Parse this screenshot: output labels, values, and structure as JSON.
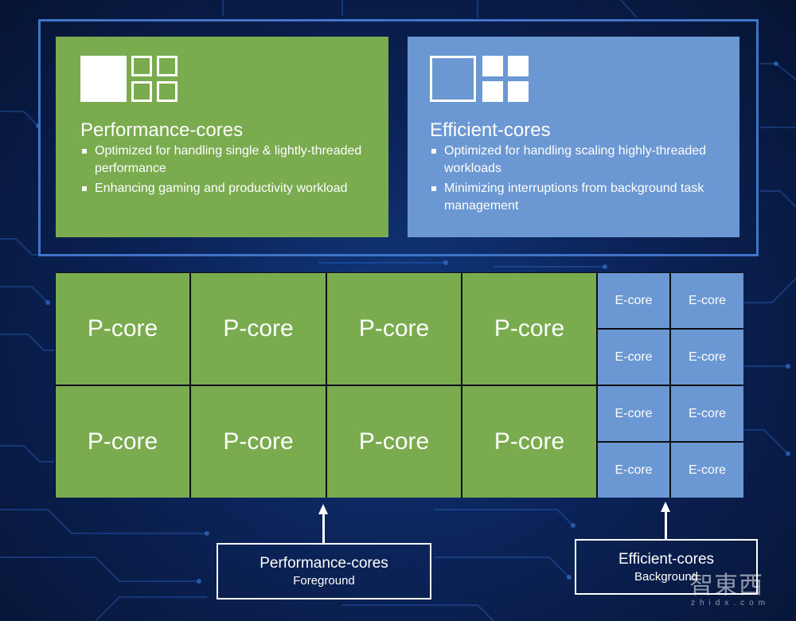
{
  "performance_panel": {
    "title": "Performance-cores",
    "bullets": [
      "Optimized for handling single & lightly-threaded performance",
      "Enhancing gaming and productivity workload"
    ]
  },
  "efficient_panel": {
    "title": "Efficient-cores",
    "bullets": [
      "Optimized for handling scaling highly-threaded workloads",
      "Minimizing interruptions from background task management"
    ]
  },
  "core_grid": {
    "p_core_label": "P-core",
    "e_core_label": "E-core",
    "p_core_count": 8,
    "e_core_count": 8
  },
  "labels": {
    "performance": {
      "title": "Performance-cores",
      "subtitle": "Foreground"
    },
    "efficient": {
      "title": "Efficient-cores",
      "subtitle": "Background"
    }
  },
  "watermark": {
    "mark": "智東西",
    "domain": "zhidx.com"
  },
  "colors": {
    "background": "#0b2358",
    "frame": "#3f74c8",
    "performance_green": "#7aab4f",
    "efficient_blue": "#6b97d3",
    "grid_border": "#0b0f14",
    "text": "#ffffff"
  }
}
